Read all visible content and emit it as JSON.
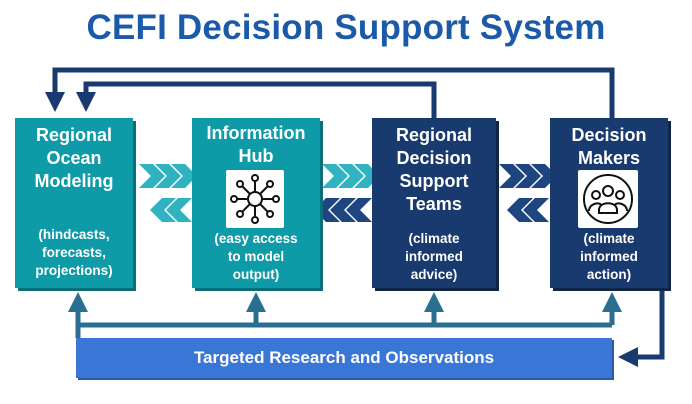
{
  "title": "CEFI Decision Support System",
  "colors": {
    "title": "#1a5aa8",
    "teal_box": "#0f9aa8",
    "navy_box": "#183a6e",
    "bar": "#3a76d6",
    "arrow_teal": "#2fb3c0",
    "arrow_navy": "#1e4580",
    "connector_teal": "#2a6f8f",
    "connector_navy": "#183a6e"
  },
  "boxes": {
    "ocean": {
      "head": [
        "Regional",
        "Ocean",
        "Modeling"
      ],
      "sub": [
        "(hindcasts,",
        "forecasts,",
        "projections)"
      ]
    },
    "hub": {
      "head": [
        "Information",
        "Hub"
      ],
      "sub": [
        "(easy access",
        "to model",
        "output)"
      ],
      "icon": "network-hub-icon"
    },
    "rdst": {
      "head": [
        "Regional",
        "Decision",
        "Support",
        "Teams"
      ],
      "sub": [
        "(climate",
        "informed",
        "advice)"
      ]
    },
    "dm": {
      "head": [
        "Decision",
        "Makers"
      ],
      "sub": [
        "(climate",
        "informed",
        "action)"
      ],
      "icon": "people-group-icon"
    }
  },
  "bar_label": "Targeted Research and Observations"
}
